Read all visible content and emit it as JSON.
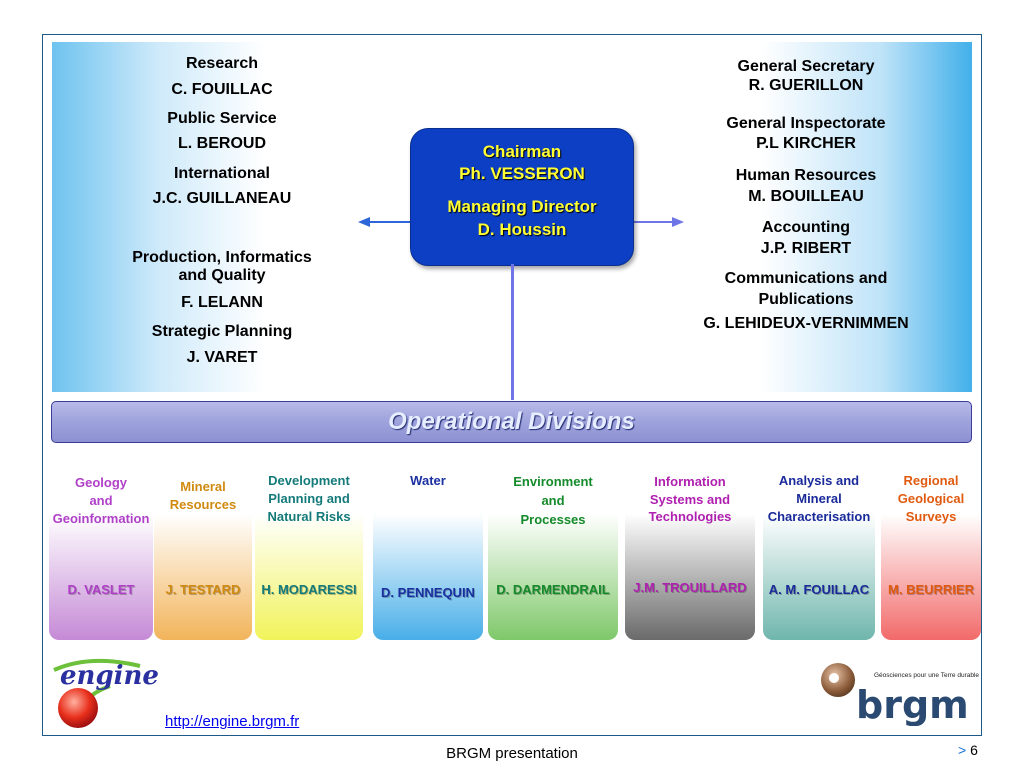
{
  "left_panel": {
    "research_title": "Research",
    "research_name": "C. FOUILLAC",
    "public_service_title": "Public Service",
    "public_service_name": "L. BEROUD",
    "international_title": "International",
    "international_name": "J.C. GUILLANEAU",
    "production_title_1": "Production, Informatics",
    "production_title_2": "and Quality",
    "production_name": "F. LELANN",
    "strategic_title": "Strategic Planning",
    "strategic_name": "J. VARET"
  },
  "right_panel": {
    "gen_sec_title": "General Secretary",
    "gen_sec_name": "R. GUERILLON",
    "gen_insp_title": "General Inspectorate",
    "gen_insp_name": "P.L KIRCHER",
    "hr_title": "Human Resources",
    "hr_name": "M. BOUILLEAU",
    "accounting_title": "Accounting",
    "accounting_name": "J.P. RIBERT",
    "comm_title_1": "Communications and",
    "comm_title_2": "Publications",
    "comm_name": "G. LEHIDEUX-VERNIMMEN"
  },
  "center": {
    "chairman_title": "Chairman",
    "chairman_name": "Ph. VESSERON",
    "md_title": "Managing Director",
    "md_name": "D. Houssin"
  },
  "operational_title": "Operational Divisions",
  "divisions": [
    {
      "lines": [
        "Geology",
        "and",
        "Geoinformation"
      ],
      "head": "D. VASLET",
      "color": "#b040c8",
      "grad": "#c58ad6"
    },
    {
      "lines": [
        "Mineral",
        "Resources"
      ],
      "head": "J. TESTARD",
      "color": "#d08a10",
      "grad": "#f2b45a"
    },
    {
      "lines": [
        "Development",
        "Planning and",
        "Natural Risks"
      ],
      "head": "H. MODARESSI",
      "color": "#157a7a",
      "grad": "#f1f35a"
    },
    {
      "lines": [
        "Water"
      ],
      "head": "D. PENNEQUIN",
      "color": "#1a2fa0",
      "grad": "#48aee8"
    },
    {
      "lines": [
        "Environment",
        "and",
        "Processes"
      ],
      "head": "D. DARMENDRAIL",
      "color": "#158a2a",
      "grad": "#7fc86a"
    },
    {
      "lines": [
        "Information",
        "Systems and",
        "Technologies"
      ],
      "head": "J.M. TROUILLARD",
      "color": "#b020b0",
      "grad": "#6a6a6a"
    },
    {
      "lines": [
        "Analysis and",
        "Mineral",
        "Characterisation"
      ],
      "head": "A. M. FOUILLAC",
      "color": "#1a2a9a",
      "grad": "#6fb6ad"
    },
    {
      "lines": [
        "Regional",
        "Geological",
        "Surveys"
      ],
      "head": "M. BEURRIER",
      "color": "#e05a10",
      "grad": "#f26a6a"
    }
  ],
  "link_text": "http://engine.brgm.fr",
  "footer_text": "BRGM presentation",
  "page_arrow": ">",
  "page_number": "6",
  "engine_logo_text": "engine",
  "brgm_logo_text": "brgm",
  "brgm_tagline": "Géosciences pour une Terre durable"
}
